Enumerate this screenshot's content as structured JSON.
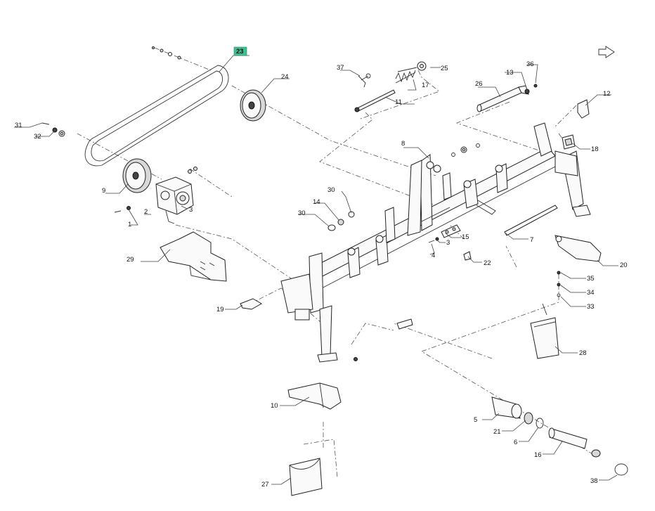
{
  "diagram": {
    "type": "exploded-parts-view",
    "highlighted_part": "23",
    "part_labels": {
      "p1": "1",
      "p2": "2",
      "p3": "3",
      "p4": "4",
      "p5": "5",
      "p6": "6",
      "p7": "7",
      "p8": "8",
      "p9": "9",
      "p10": "10",
      "p11": "11",
      "p12": "12",
      "p13": "13",
      "p14": "14",
      "p15": "15",
      "p16": "16",
      "p17": "17",
      "p18": "18",
      "p19": "19",
      "p20": "20",
      "p21": "21",
      "p22": "22",
      "p23": "23",
      "p24": "24",
      "p25": "25",
      "p26": "26",
      "p27": "27",
      "p28": "28",
      "p29": "29",
      "p30a": "30",
      "p30b": "30",
      "p31": "31",
      "p32": "32",
      "p33": "33",
      "p34": "34",
      "p35": "35",
      "p36": "36",
      "p37": "37",
      "p38": "38"
    },
    "colors": {
      "highlight": "#3fbf8f",
      "line": "#333333"
    }
  }
}
